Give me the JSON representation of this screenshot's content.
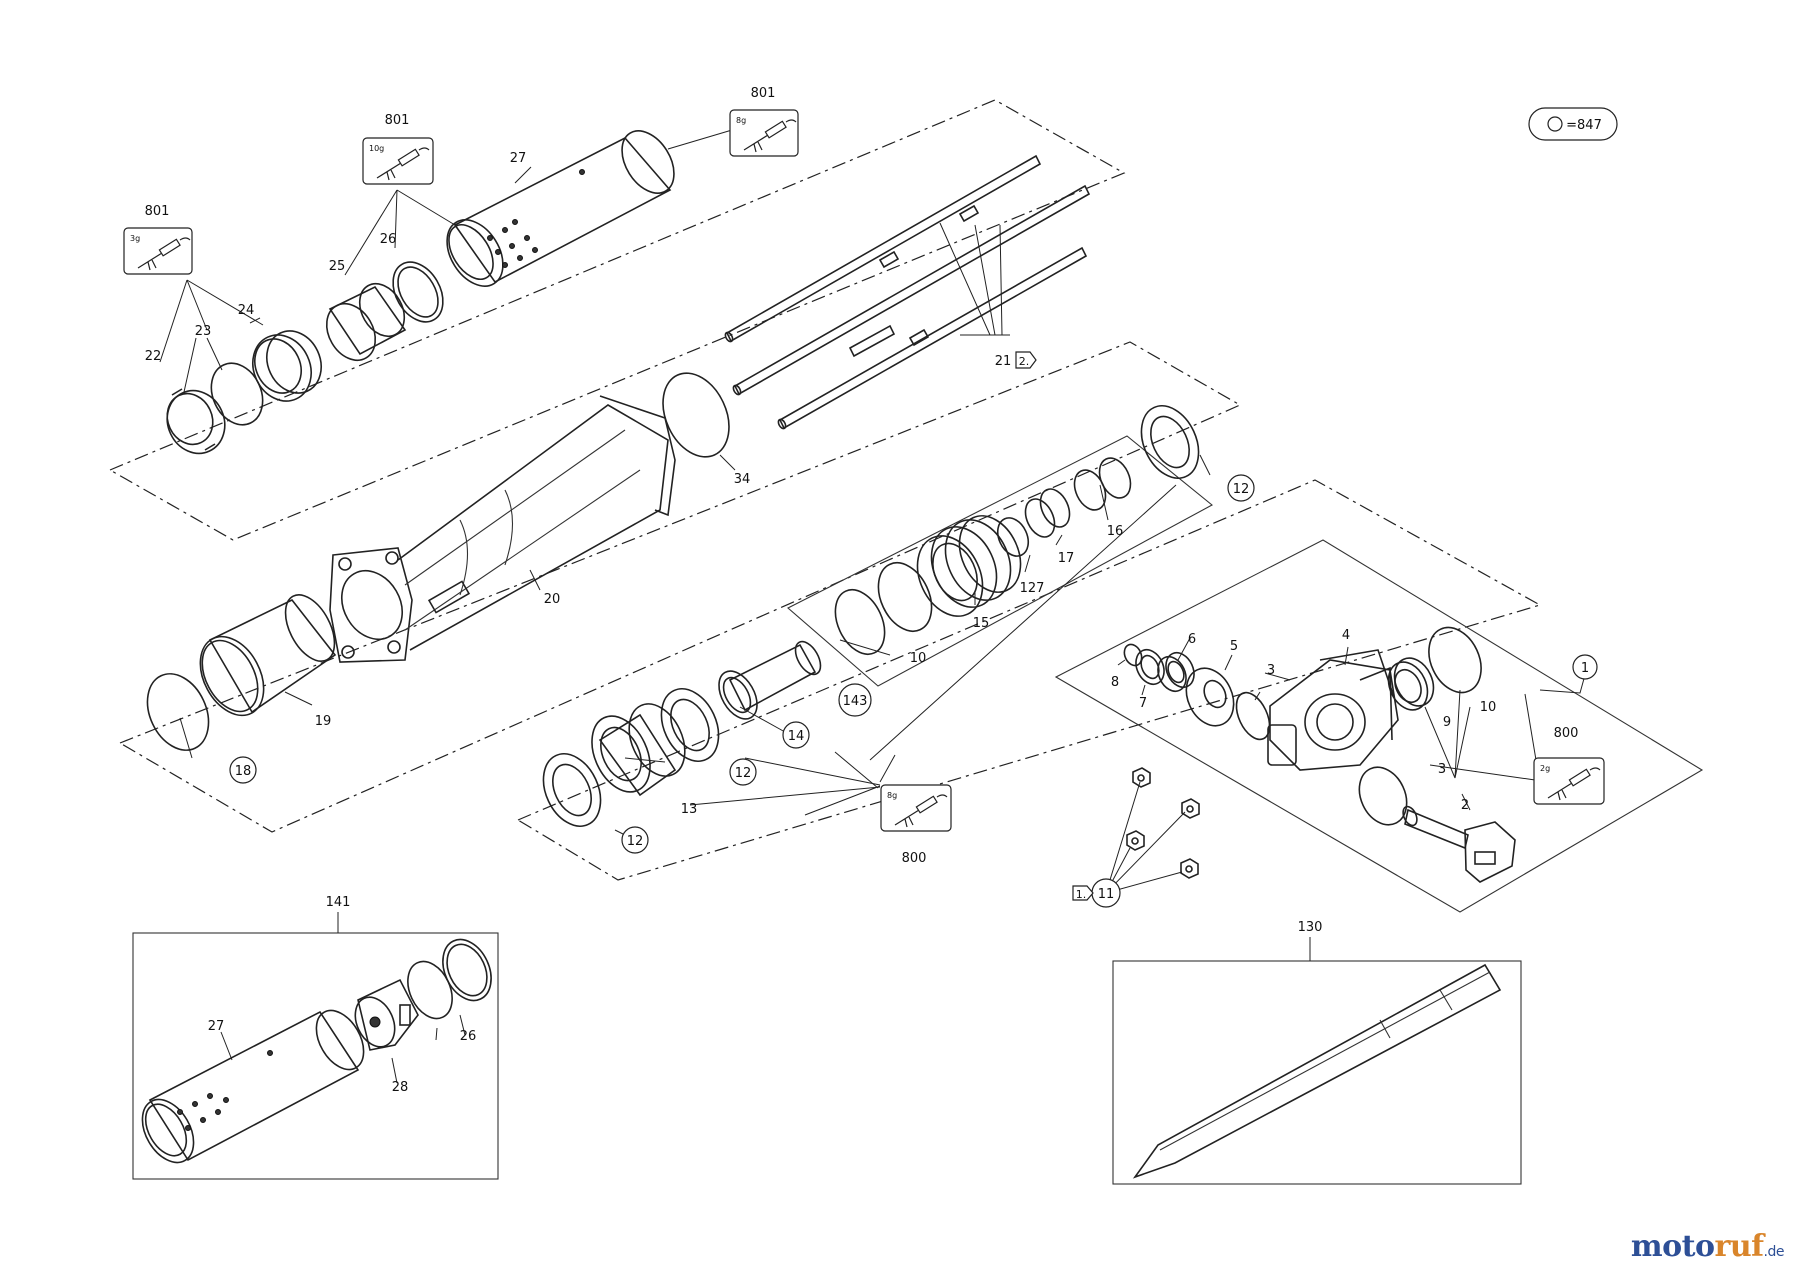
{
  "labels": {
    "l801a": "801",
    "l801b": "801",
    "l801c": "801",
    "l800a": "800",
    "l800b": "800",
    "l27a": "27",
    "l27b": "27",
    "l26a": "26",
    "l26b": "26",
    "l25": "25",
    "l24": "24",
    "l23": "23",
    "l22": "22",
    "l21": "21",
    "l20": "20",
    "l19": "19",
    "l34": "34",
    "l16": "16",
    "l17": "17",
    "l127": "127",
    "l15": "15",
    "l10a": "10",
    "l10b": "10",
    "l13": "13",
    "l9": "9",
    "l8": "8",
    "l7": "7",
    "l6": "6",
    "l5": "5",
    "l4": "4",
    "l3a": "3",
    "l3b": "3",
    "l2": "2",
    "l141": "141",
    "l28": "28",
    "l130": "130"
  },
  "circled": {
    "c12a": "12",
    "c12b": "12",
    "c12c": "12",
    "c18": "18",
    "c14": "14",
    "c143": "143",
    "c11": "11",
    "c1": "1"
  },
  "flags": {
    "f2": "2.",
    "f1": "1."
  },
  "grease": {
    "g3": "3g",
    "g10": "10g",
    "g8a": "8g",
    "g8b": "8g",
    "g2": "2g"
  },
  "legend": {
    "text": "=847"
  },
  "brand": {
    "part1": "moto",
    "part2": "ruf",
    "part3": ".de"
  }
}
